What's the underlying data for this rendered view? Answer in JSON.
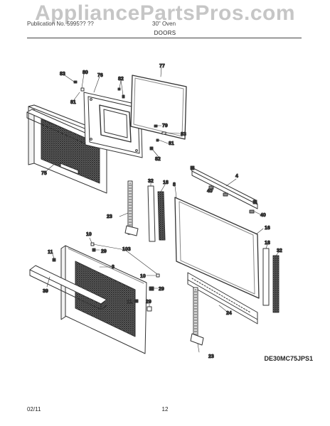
{
  "watermark": "AppliancePartsPros.com",
  "header": {
    "left": "Publication No. 5995?? ??",
    "right": "30\" Oven"
  },
  "section_title": "DOORS",
  "model": "DE30MC75JPS1",
  "footer": {
    "date": "02/11",
    "page": "12"
  },
  "callouts": {
    "c83a": "83",
    "c80": "80",
    "c76": "76",
    "c82a": "82",
    "c77": "77",
    "c81a": "81",
    "c79": "79",
    "c83b": "83",
    "c81b": "81",
    "c82b": "82",
    "c75": "75",
    "c4": "4",
    "c32a": "32",
    "c18a": "18",
    "c8": "8",
    "c40a": "40",
    "c40b": "40",
    "c23a": "23",
    "c16": "16",
    "c10a": "10",
    "c103": "103",
    "c29a": "29",
    "c11a": "11",
    "c3": "3",
    "c18b": "18",
    "c32b": "32",
    "c39": "39",
    "c10b": "10",
    "c29b": "29",
    "c11b": "11",
    "c29c": "29",
    "c24": "24",
    "c23b": "23"
  }
}
